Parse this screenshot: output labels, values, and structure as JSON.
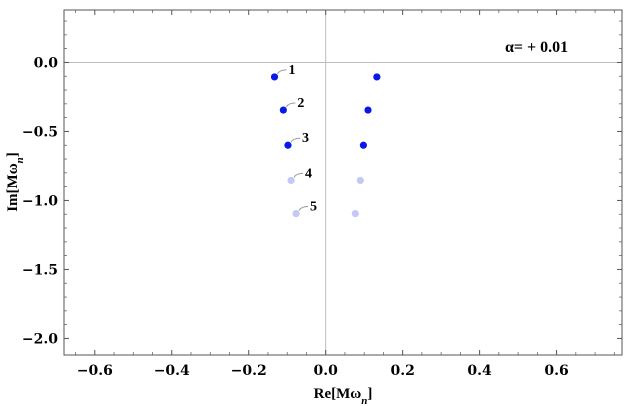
{
  "chart_data": {
    "type": "scatter",
    "xlabel": "Re[Mω",
    "xlabel_sub": "n",
    "ylabel": "Im[Mω",
    "ylabel_sub": "n",
    "annotation": "α= + 0.01",
    "xlim": [
      -0.68,
      0.77
    ],
    "ylim": [
      -2.12,
      0.38
    ],
    "xticks": [
      -0.6,
      -0.4,
      -0.2,
      0.0,
      0.2,
      0.4,
      0.6
    ],
    "xtick_labels": [
      "−0.6",
      "−0.4",
      "−0.2",
      "0.0",
      "0.2",
      "0.4",
      "0.6"
    ],
    "yticks": [
      0.0,
      -0.5,
      -1.0,
      -1.5,
      -2.0
    ],
    "ytick_labels": [
      "0.0",
      "−0.5",
      "−1.0",
      "−1.5",
      "−2.0"
    ],
    "grid": false,
    "colors": {
      "strong": "#0a19e6",
      "faded": "#c4c8f3",
      "axis_line": "#bdbdbd",
      "leader": "#9a9a9a"
    },
    "points": [
      {
        "x": -0.133,
        "y": -0.105,
        "label": "1",
        "style": "strong"
      },
      {
        "x": -0.11,
        "y": -0.345,
        "label": "2",
        "style": "strong"
      },
      {
        "x": -0.098,
        "y": -0.6,
        "label": "3",
        "style": "strong"
      },
      {
        "x": -0.09,
        "y": -0.855,
        "label": "4",
        "style": "faded"
      },
      {
        "x": -0.077,
        "y": -1.095,
        "label": "5",
        "style": "faded"
      },
      {
        "x": 0.133,
        "y": -0.105,
        "label": "",
        "style": "strong"
      },
      {
        "x": 0.11,
        "y": -0.345,
        "label": "",
        "style": "strong"
      },
      {
        "x": 0.098,
        "y": -0.6,
        "label": "",
        "style": "strong"
      },
      {
        "x": 0.09,
        "y": -0.855,
        "label": "",
        "style": "faded"
      },
      {
        "x": 0.077,
        "y": -1.095,
        "label": "",
        "style": "faded"
      }
    ]
  }
}
